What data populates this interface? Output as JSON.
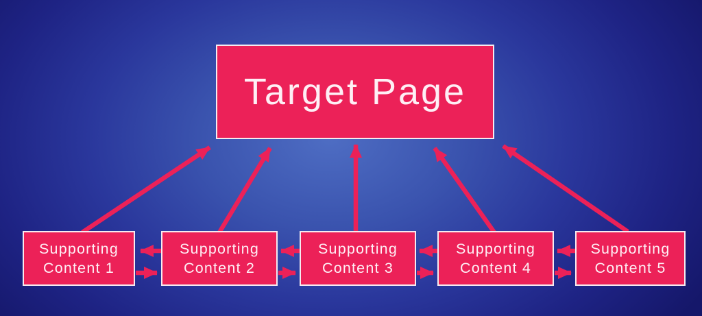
{
  "diagram": {
    "target": {
      "label": "Target Page"
    },
    "supporting": [
      {
        "line1": "Supporting",
        "line2": "Content 1"
      },
      {
        "line1": "Supporting",
        "line2": "Content 2"
      },
      {
        "line1": "Supporting",
        "line2": "Content 3"
      },
      {
        "line1": "Supporting",
        "line2": "Content 4"
      },
      {
        "line1": "Supporting",
        "line2": "Content 5"
      }
    ]
  },
  "colors": {
    "box_fill": "#ec2158",
    "box_border": "#f6ebf0",
    "text": "#feeff5",
    "arrow": "#ec2158",
    "background_center": "#4e6dc3",
    "background_edge": "#15176a"
  }
}
